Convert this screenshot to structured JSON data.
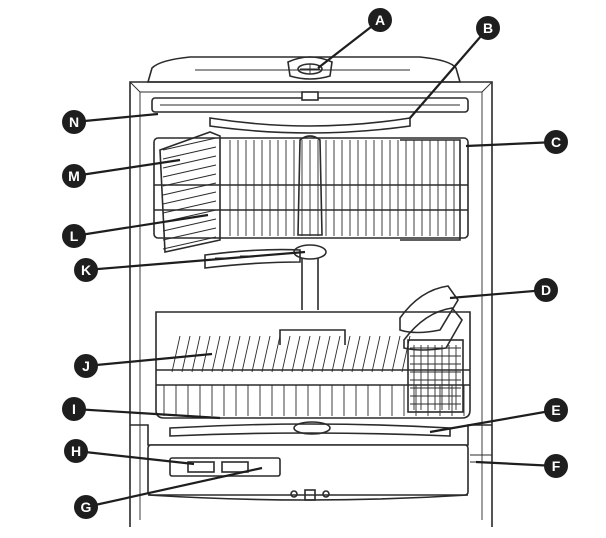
{
  "callouts": [
    {
      "id": "A",
      "label": "A"
    },
    {
      "id": "B",
      "label": "B"
    },
    {
      "id": "C",
      "label": "C"
    },
    {
      "id": "D",
      "label": "D"
    },
    {
      "id": "E",
      "label": "E"
    },
    {
      "id": "F",
      "label": "F"
    },
    {
      "id": "G",
      "label": "G"
    },
    {
      "id": "H",
      "label": "H"
    },
    {
      "id": "I",
      "label": "I"
    },
    {
      "id": "J",
      "label": "J"
    },
    {
      "id": "K",
      "label": "K"
    },
    {
      "id": "L",
      "label": "L"
    },
    {
      "id": "M",
      "label": "M"
    },
    {
      "id": "N",
      "label": "N"
    }
  ],
  "colors": {
    "line": "#2b2b2b",
    "callout": "#1e1e1e",
    "background": "#ffffff"
  }
}
